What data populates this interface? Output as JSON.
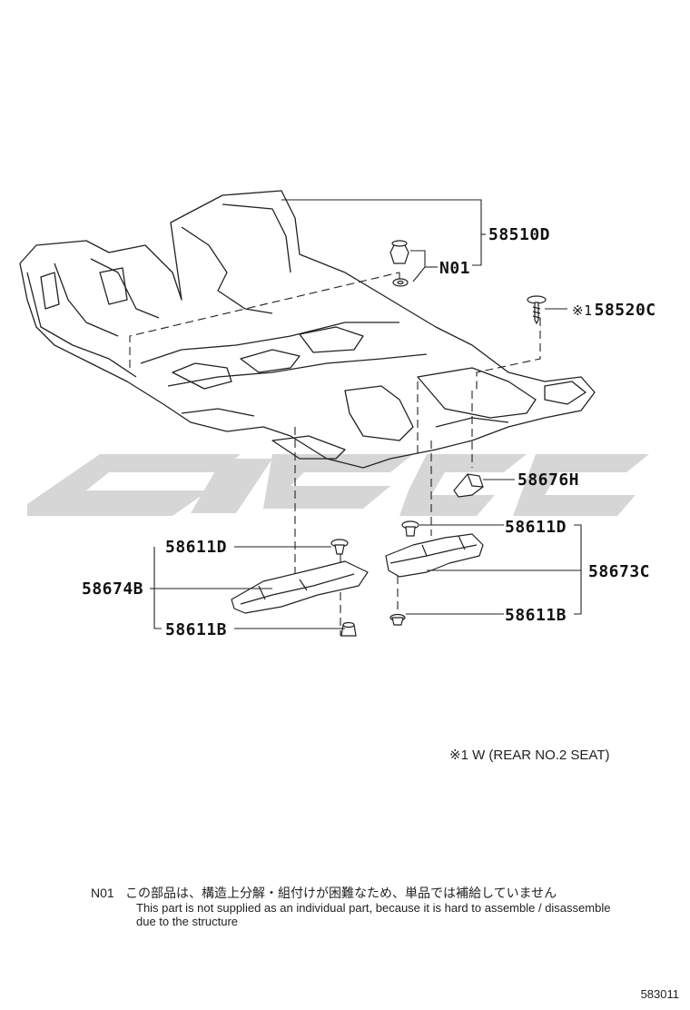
{
  "watermark": {
    "color": "#cfcfcf",
    "shape": "stylized-brand-logo"
  },
  "parts": {
    "carpet": {
      "number": "58510D"
    },
    "n01": {
      "number": "N01"
    },
    "clip_w": {
      "mark": "※1",
      "number": "58520C"
    },
    "pad_small": {
      "number": "58676H"
    },
    "grommet_upper_right": {
      "number": "58611D"
    },
    "cover_right": {
      "number": "58673C"
    },
    "grommet_lower_right": {
      "number": "58611B"
    },
    "grommet_upper_left": {
      "number": "58611D"
    },
    "cover_left": {
      "number": "58674B"
    },
    "grommet_lower_left": {
      "number": "58611B"
    }
  },
  "notes": {
    "mark_note": "※1 W (REAR NO.2 SEAT)"
  },
  "footnote": {
    "code": "N01",
    "japanese": "この部品は、構造上分解・組付けが困難なため、単品では補給していません",
    "english": "This part is not supplied as an individual part, because it is hard to assemble / disassemble due to the structure"
  },
  "diagram_id": "583011"
}
